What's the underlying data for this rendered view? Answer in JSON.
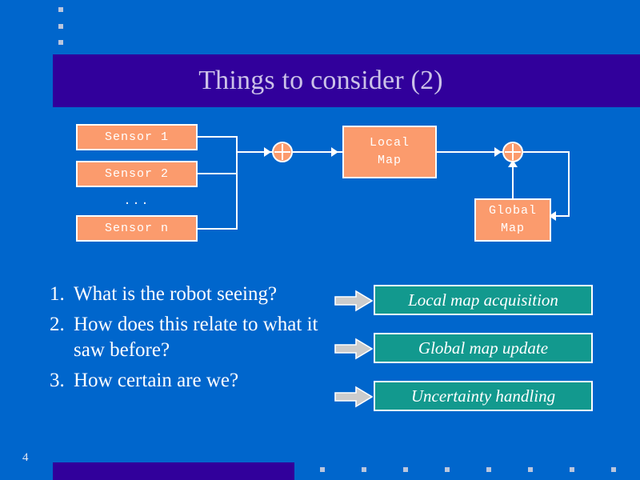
{
  "slide": {
    "title": "Things to consider (2)",
    "page_number": "4",
    "colors": {
      "background": "#0066cc",
      "title_band": "#31009b",
      "title_text": "#ccc2e8",
      "box_fill": "#fb9b6d",
      "answer_fill": "#12998e",
      "line": "#ffffff",
      "arrow_fill": "#cccccc",
      "dot": "#b9c6dd"
    }
  },
  "diagram": {
    "sensors": [
      {
        "label": "Sensor 1"
      },
      {
        "label": "Sensor 2"
      },
      {
        "label": "Sensor n"
      }
    ],
    "ellipsis": "...",
    "local_map": "Local\nMap",
    "local_map_line_1": "Local",
    "local_map_line_2": "Map",
    "global_map_line_1": "Global",
    "global_map_line_2": "Map",
    "sum_node_1_label": "+",
    "sum_node_2_label": "+"
  },
  "questions": [
    {
      "number": "1.",
      "text": "What is the robot seeing?"
    },
    {
      "number": "2.",
      "text": "How does this relate to what it saw before?"
    },
    {
      "number": "3.",
      "text": "How certain are we?"
    }
  ],
  "answers": [
    {
      "label": "Local map acquisition"
    },
    {
      "label": "Global map update"
    },
    {
      "label": "Uncertainty handling"
    }
  ]
}
